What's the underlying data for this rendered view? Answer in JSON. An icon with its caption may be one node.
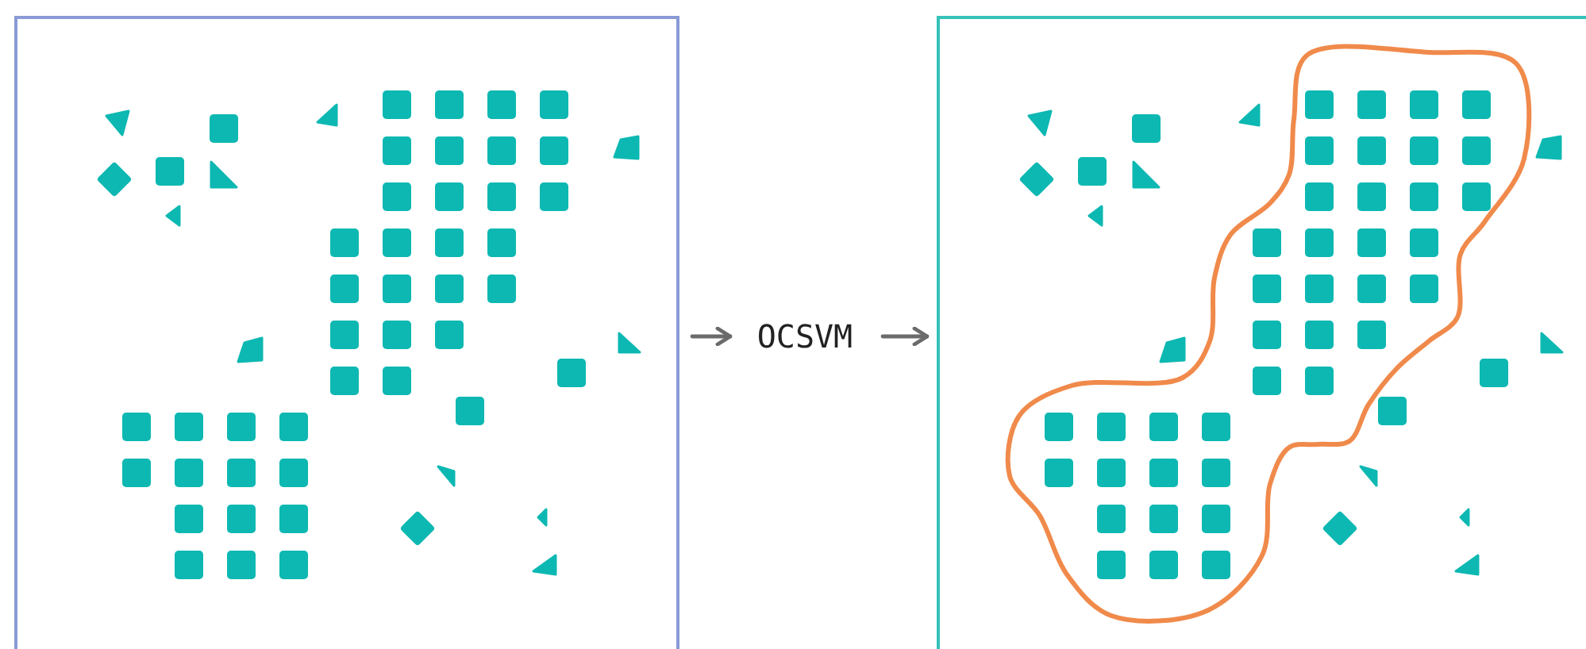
{
  "diagram": {
    "nodes": [
      {
        "text": [],
        "shape": "box"
      },
      {
        "text": [
          "OCSVM"
        ]
      },
      {
        "text": [],
        "shape": "box"
      }
    ],
    "edges": [
      {
        "from": 0,
        "to": 1,
        "arrow": "to"
      },
      {
        "from": 1,
        "to": 2,
        "arrow": "to"
      }
    ]
  }
}
